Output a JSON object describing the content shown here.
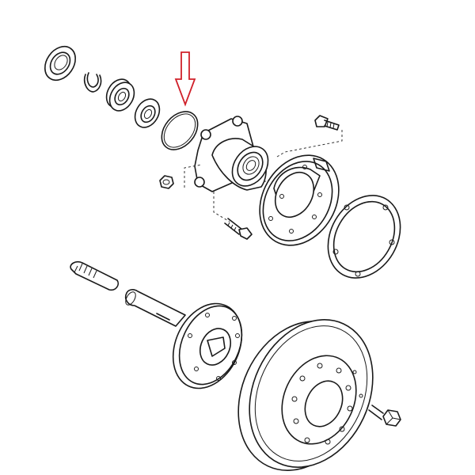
{
  "diagram": {
    "type": "exploded-parts-drawing",
    "subject": "rear-axle-hub-assembly",
    "line_color": "#1a1a1a",
    "background": "#ffffff",
    "highlight": {
      "marker": "arrow-pointing-down",
      "target": "o-ring",
      "color": "#d0202a"
    },
    "parts": [
      "oil-seal",
      "snap-ring",
      "bearing-inner",
      "bearing-outer",
      "o-ring",
      "hub-bearing-housing",
      "bolt-upper",
      "nut-small",
      "bolt-lower",
      "backing-plate",
      "gasket",
      "axle-shaft",
      "brake-disc",
      "lug-nut"
    ]
  }
}
